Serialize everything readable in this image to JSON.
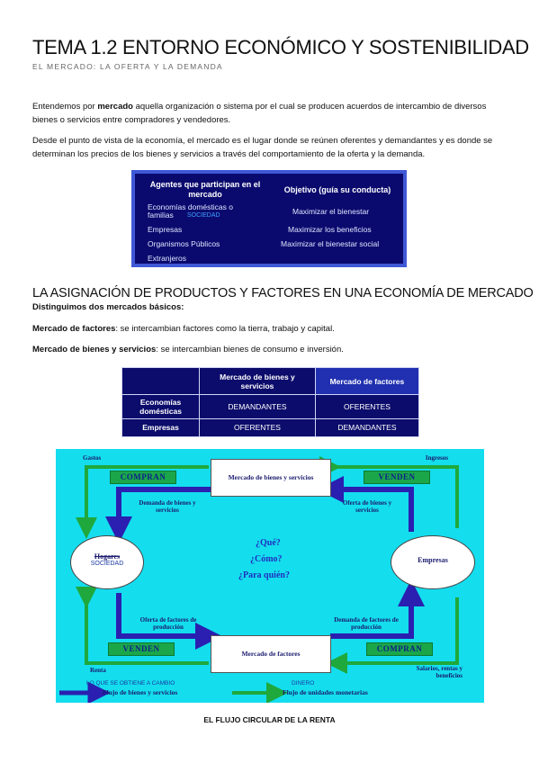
{
  "header": {
    "title": "TEMA 1.2 ENTORNO ECONÓMICO Y SOSTENIBILIDAD",
    "subtitle": "EL MERCADO: LA OFERTA Y LA DEMANDA"
  },
  "intro": {
    "p1_a": "Entendemos por ",
    "p1_b": "mercado",
    "p1_c": " aquella organización o sistema por el cual se producen acuerdos de intercambio de diversos bienes o servicios entre compradores y vendedores.",
    "p2": "Desde el punto de vista de la economía, el mercado es el lugar donde se reúnen oferentes y demandantes y es donde se determinan los precios de los bienes y servicios a través del comportamiento de la oferta y la demanda."
  },
  "agents_table": {
    "col1_header": "Agentes que participan en el mercado",
    "col2_header": "Objetivo (guía su conducta)",
    "rows": [
      {
        "agent": "Economías domésticas o familias",
        "goal": "Maximizar el bienestar"
      },
      {
        "agent": "Empresas",
        "goal": "Maximizar los beneficios"
      },
      {
        "agent": "Organismos Públicos",
        "goal": "Maximizar el bienestar social"
      },
      {
        "agent": "Extranjeros",
        "goal": ""
      }
    ],
    "annotation": "SOCIEDAD"
  },
  "section2": {
    "heading": "LA ASIGNACIÓN DE PRODUCTOS Y FACTORES EN UNA ECONOMÍA DE MERCADO",
    "lead": "Distinguimos dos mercados básicos:",
    "m1_label": "Mercado de factores",
    "m1_text": ": se intercambian factores como la tierra, trabajo y capital.",
    "m2_label": "Mercado de bienes y servicios",
    "m2_text": ": se intercambian bienes de consumo e inversión."
  },
  "markets_table": {
    "headers": [
      "",
      "Mercado de bienes y servicios",
      "Mercado de factores"
    ],
    "rows": [
      [
        "Economías domésticas",
        "DEMANDANTES",
        "OFERENTES"
      ],
      [
        "Empresas",
        "OFERENTES",
        "DEMANDANTES"
      ]
    ]
  },
  "flow": {
    "box_top": "Mercado de bienes y servicios",
    "box_bottom": "Mercado de factores",
    "left_node": "Hogares",
    "left_note": "SOCIEDAD",
    "right_node": "Empresas",
    "compran_top": "COMPRAN",
    "venden_top": "VENDEN",
    "venden_bottom": "VENDEN",
    "compran_bottom": "COMPRAN",
    "gastos": "Gastos",
    "ingresos": "Ingresos",
    "renta": "Renta",
    "salarios": "Salarios, rentas y beneficios",
    "demanda_bienes": "Demanda de bienes y servicios",
    "oferta_bienes": "Oferta de bienes y servicios",
    "oferta_factores": "Oferta de factores de producción",
    "demanda_factores": "Demanda de factores de producción",
    "q1": "¿Qué?",
    "q2": "¿Cómo?",
    "q3": "¿Para quién?",
    "legend_note1": "LO QUE SE OBTIENE A CAMBIO",
    "legend_flujo_bienes": "Flujo de bienes y servicios",
    "legend_note2": "DINERO",
    "legend_flujo_monetario": "Flujo de unidades monetarias",
    "colors": {
      "real_flow": "#2a1fb0",
      "money_flow": "#1fa83c",
      "background": "#14ddee"
    }
  },
  "caption": "EL FLUJO CIRCULAR DE LA RENTA"
}
